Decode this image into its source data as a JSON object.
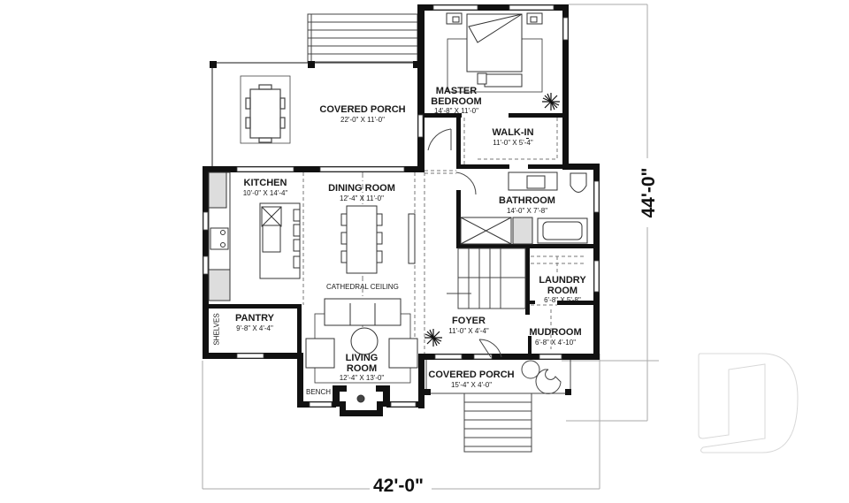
{
  "plan": {
    "overall_width": "42'-0\"",
    "overall_depth": "44'-0\"",
    "annotations": {
      "cathedral_ceiling": "CATHEDRAL CEILING",
      "shelves": "SHELVES",
      "bench": "BENCH"
    },
    "rooms": [
      {
        "id": "covered-porch-rear",
        "name": "COVERED PORCH",
        "dims": "22'-0\" X 11'-0\""
      },
      {
        "id": "master-bedroom",
        "name": "MASTER BEDROOM",
        "name_line1": "MASTER",
        "name_line2": "BEDROOM",
        "dims": "14'-8\" X 11'-0\""
      },
      {
        "id": "walk-in",
        "name": "WALK-IN",
        "dims": "11'-0\" X 5'-4\""
      },
      {
        "id": "kitchen",
        "name": "KITCHEN",
        "dims": "10'-0\" X 14'-4\""
      },
      {
        "id": "dining-room",
        "name": "DINING ROOM",
        "dims": "12'-4\" X 11'-0\""
      },
      {
        "id": "bathroom",
        "name": "BATHROOM",
        "dims": "14'-0\" X 7'-8\""
      },
      {
        "id": "laundry-room",
        "name": "LAUNDRY ROOM",
        "name_line1": "LAUNDRY",
        "name_line2": "ROOM",
        "dims": "6'-8\" X 5'-8\""
      },
      {
        "id": "pantry",
        "name": "PANTRY",
        "dims": "9'-8\" X 4'-4\""
      },
      {
        "id": "foyer",
        "name": "FOYER",
        "dims": "11'-0\" X 4'-4\""
      },
      {
        "id": "mudroom",
        "name": "MUDROOM",
        "dims": "6'-8\" X 4'-10\""
      },
      {
        "id": "living-room",
        "name": "LIVING ROOM",
        "name_line1": "LIVING",
        "name_line2": "ROOM",
        "dims": "12'-4\" X 13'-0\""
      },
      {
        "id": "covered-porch-front",
        "name": "COVERED PORCH",
        "dims": "15'-4\" X 4'-0\""
      }
    ],
    "colors": {
      "wall": "#111111",
      "line": "#333333",
      "dim_line": "#aaaaaa",
      "logo_outline": "#d8d8d8"
    }
  }
}
